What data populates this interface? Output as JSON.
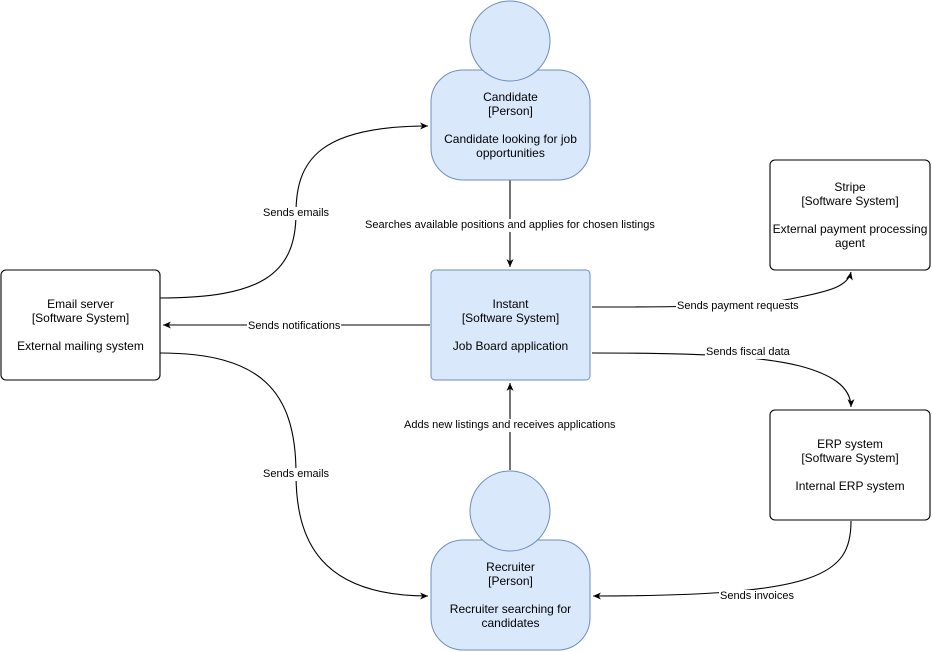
{
  "colors": {
    "person_fill": "#dae8fc",
    "person_stroke": "#6c8ebf",
    "system_fill": "#dae8fc",
    "system_stroke": "#6c8ebf",
    "external_fill": "#ffffff",
    "external_stroke": "#000000",
    "edge": "#000000"
  },
  "nodes": {
    "candidate": {
      "name": "Candidate",
      "kind": "[Person]",
      "description": "Candidate looking for job opportunities"
    },
    "instant": {
      "name": "Instant",
      "kind": "[Software System]",
      "description": "Job Board application"
    },
    "recruiter": {
      "name": "Recruiter",
      "kind": "[Person]",
      "description": "Recruiter searching for candidates"
    },
    "email_server": {
      "name": "Email server",
      "kind": "[Software System]",
      "description": "External mailing system"
    },
    "stripe": {
      "name": "Stripe",
      "kind": "[Software System]",
      "description": "External payment processing agent"
    },
    "erp": {
      "name": "ERP system",
      "kind": "[Software System]",
      "description": "Internal ERP system"
    }
  },
  "edges": {
    "email_to_candidate": "Sends emails",
    "candidate_to_instant": "Searches available positions and applies for chosen listings",
    "instant_to_stripe": "Sends payment requests",
    "instant_to_email": "Sends notifications",
    "instant_to_erp": "Sends fiscal data",
    "recruiter_to_instant": "Adds new listings and receives applications",
    "email_to_recruiter": "Sends emails",
    "erp_to_recruiter": "Sends invoices"
  }
}
